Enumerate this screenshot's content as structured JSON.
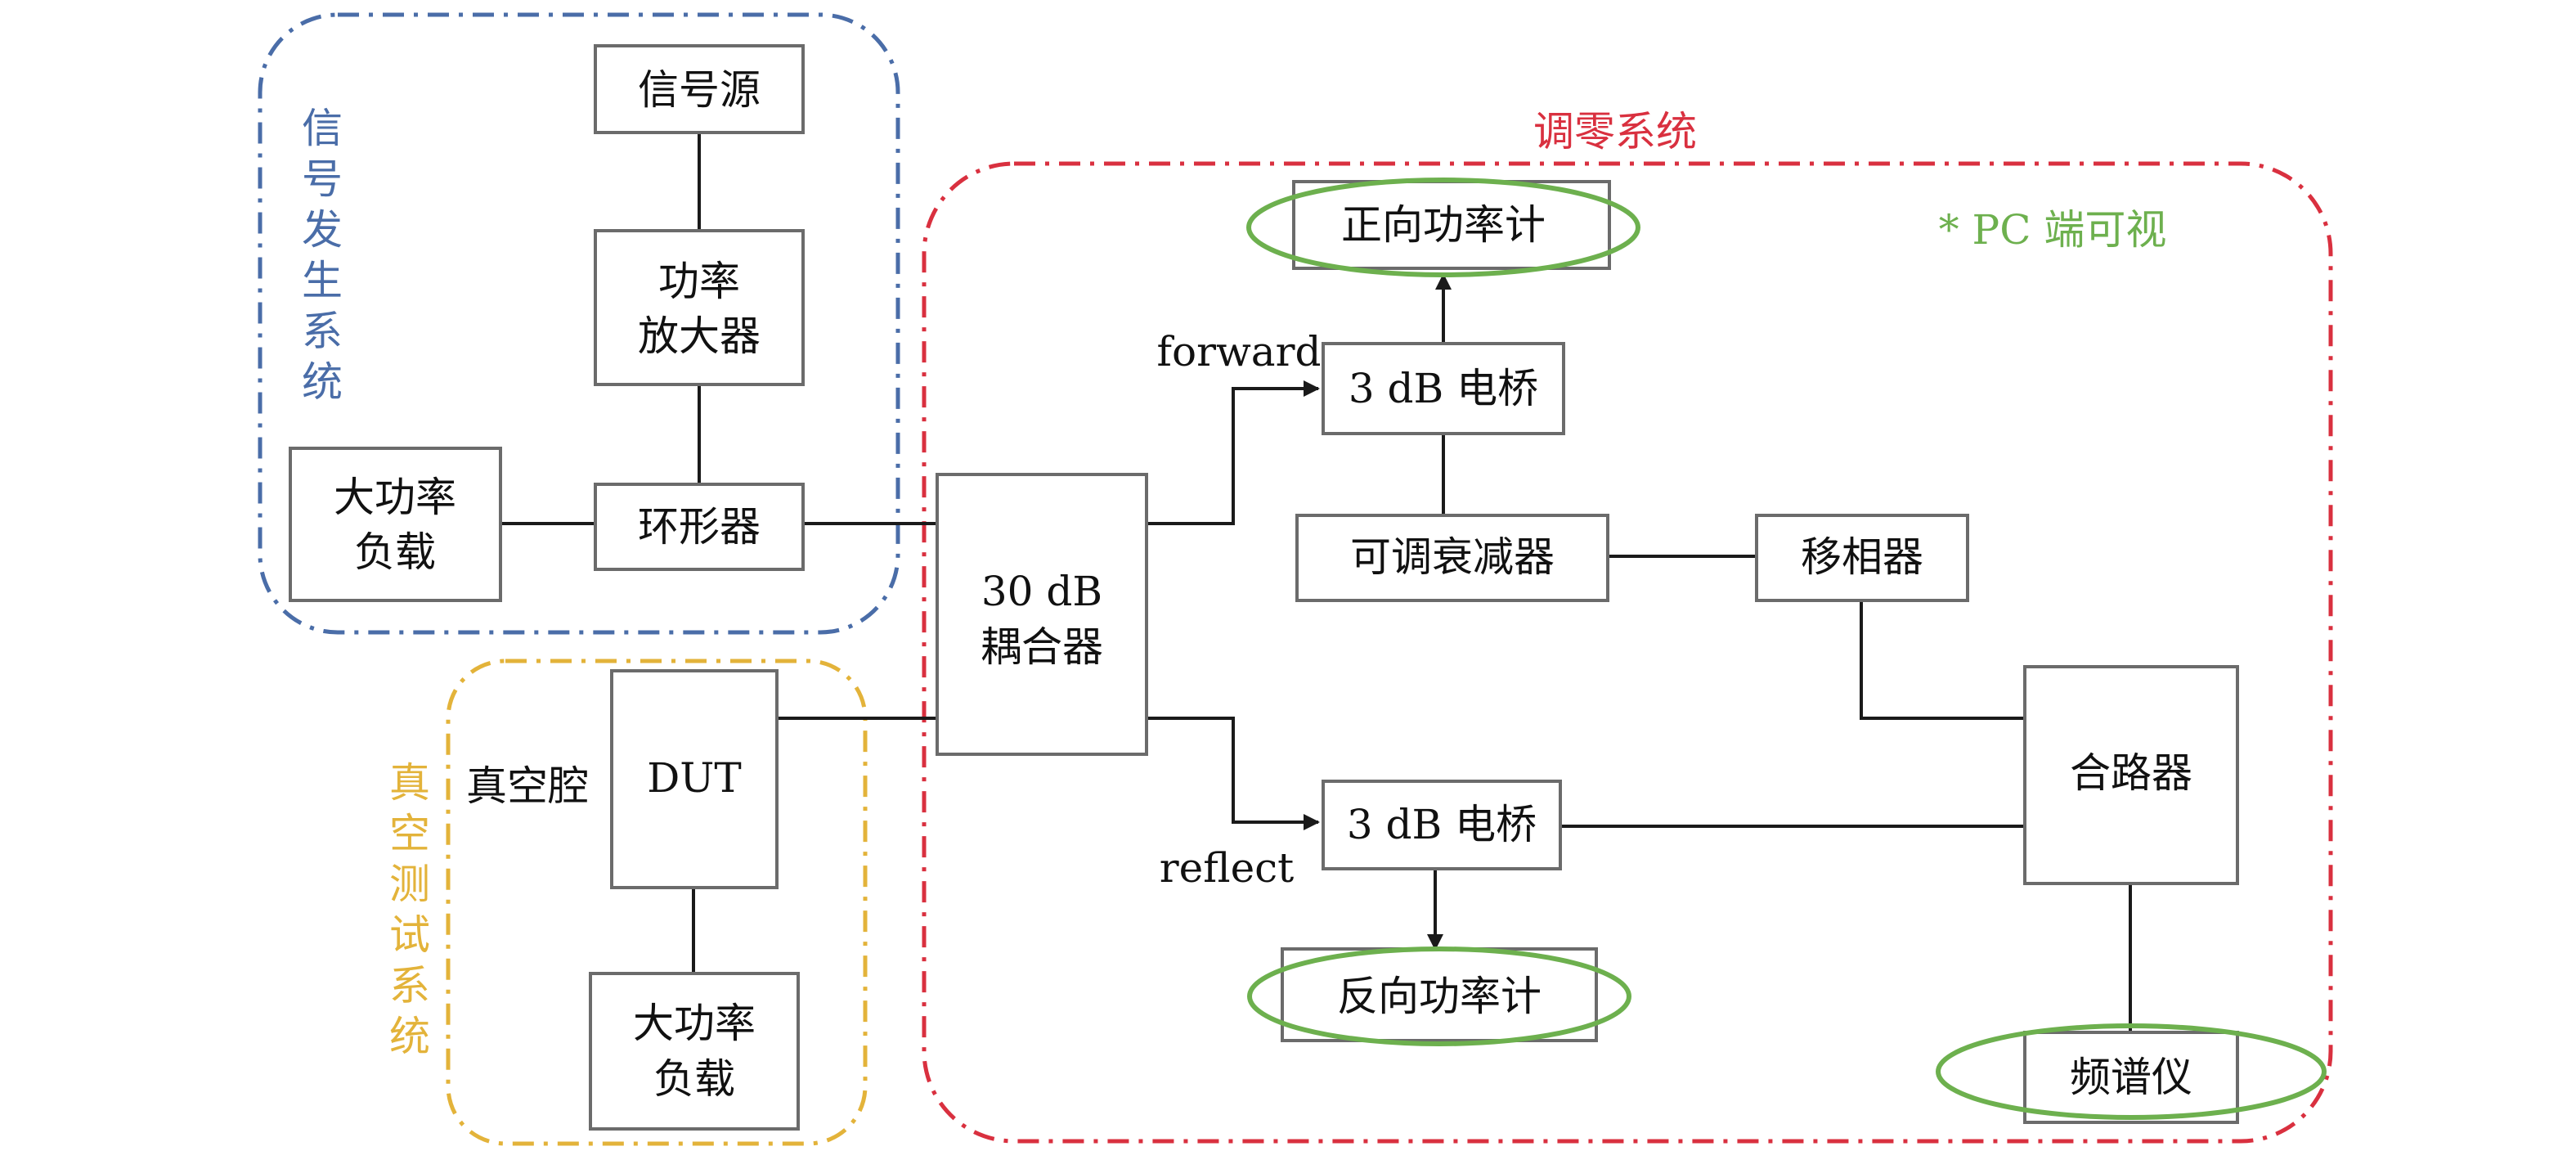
{
  "colors": {
    "signal_region": "#4a6da8",
    "nulling_region": "#d9303f",
    "vacuum_region": "#e3b33a",
    "pc_visible": "#6db04e"
  },
  "regions": {
    "signal_generation": "信号发生系统",
    "nulling": "调零系统",
    "vacuum_test": "真空测试系统"
  },
  "pc_note": "* PC 端可视",
  "blocks": {
    "signal_source": "信号源",
    "power_amp_line1": "功率",
    "power_amp_line2": "放大器",
    "load_top_line1": "大功率",
    "load_top_line2": "负载",
    "circulator": "环形器",
    "coupler_line1": "30 dB",
    "coupler_line2": "耦合器",
    "dut": "DUT",
    "vacuum_cavity": "真空腔",
    "load_bottom_line1": "大功率",
    "load_bottom_line2": "负载",
    "forward_power_meter": "正向功率计",
    "bridge_top": "3 dB 电桥",
    "attenuator": "可调衰减器",
    "phase_shifter": "移相器",
    "combiner": "合路器",
    "bridge_bottom": "3 dB 电桥",
    "reverse_power_meter": "反向功率计",
    "spectrum_analyzer": "频谱仪"
  },
  "links": {
    "forward": "forward",
    "reflect": "reflect"
  }
}
